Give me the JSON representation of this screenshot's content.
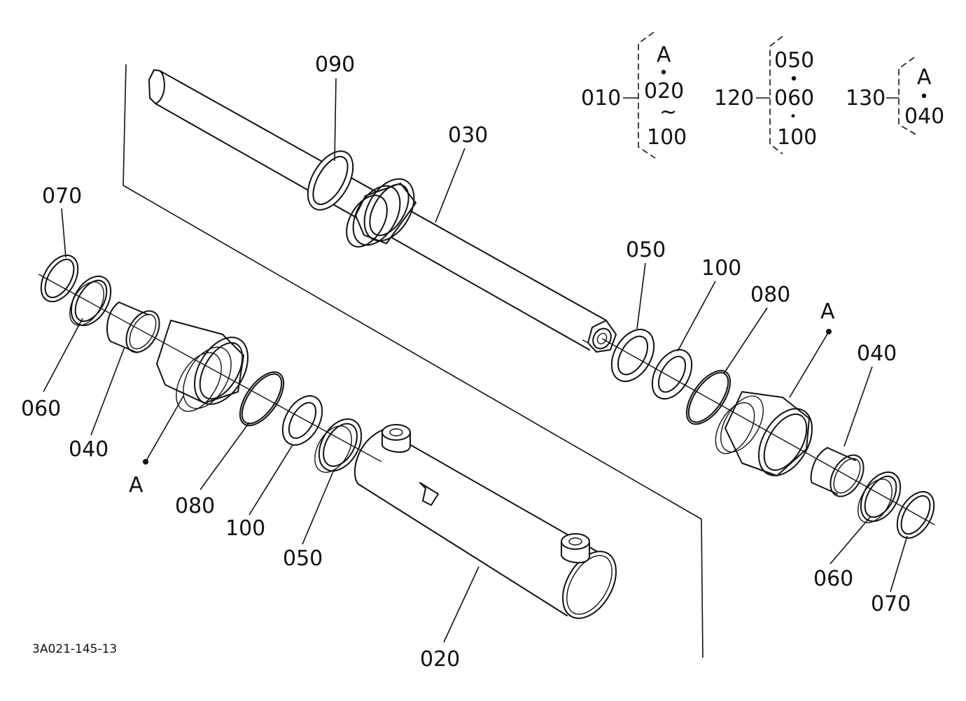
{
  "drawing_code": "3A021-145-13",
  "assemblies": [
    {
      "number": "010",
      "top": "A",
      "middle": "020",
      "connector": "~",
      "bottom": "100"
    },
    {
      "number": "120",
      "top": "050",
      "middle": "060",
      "connector": "•",
      "bottom": "100"
    },
    {
      "number": "130",
      "top": "A",
      "bottom": "040"
    }
  ],
  "callouts": {
    "p090": "090",
    "p030": "030",
    "p070_left": "070",
    "p060_left": "060",
    "p040_left": "040",
    "ref_a_left": "A",
    "p080_left": "080",
    "p100_left": "100",
    "p050_left": "050",
    "p020": "020",
    "p050_right": "050",
    "p100_right": "100",
    "p080_right": "080",
    "ref_a_right": "A",
    "p040_right": "040",
    "p060_right": "060",
    "p070_right": "070"
  }
}
